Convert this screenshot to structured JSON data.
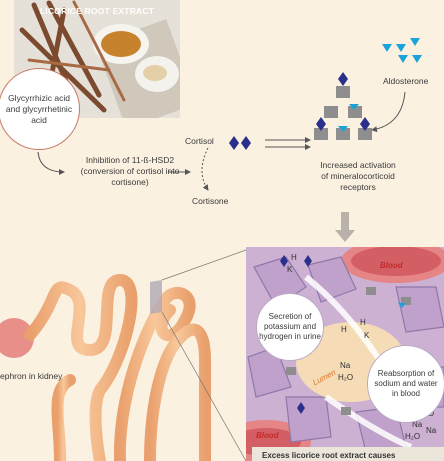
{
  "photo": {
    "title": "LICORICE ROOT EXTRACT"
  },
  "acid": {
    "label": "Glycyrrhizic acid and glycyrrhetinic acid"
  },
  "inhibition": {
    "text": "Inhibition of 11-ß-HSD2 (conversion of cortisol into cortisone)"
  },
  "cortisol": {
    "label": "Cortisol"
  },
  "cortisone": {
    "label": "Cortisone"
  },
  "aldosterone": {
    "label": "Aldosterone"
  },
  "receptors": {
    "text": "Increased activation of mineralocorticoid receptors"
  },
  "panel": {
    "secretion": "Secretion of potassium and hydrogen in urine",
    "reabsorption": "Reabsorption of sodium and water in blood",
    "blood_label": "Blood",
    "lumen_label": "Lumen",
    "ions": {
      "h": "H",
      "k": "K",
      "na": "Na",
      "h2o": "H₂O"
    }
  },
  "nephron": {
    "label": "ephron in kidney"
  },
  "caption": {
    "text": "Excess licorice root extract causes"
  },
  "colors": {
    "cortisol_diamond": "#2b2f8c",
    "aldosterone_triangle": "#1aa3d9",
    "receptor": "#8e8e8e",
    "nephron": "#f1b585"
  }
}
